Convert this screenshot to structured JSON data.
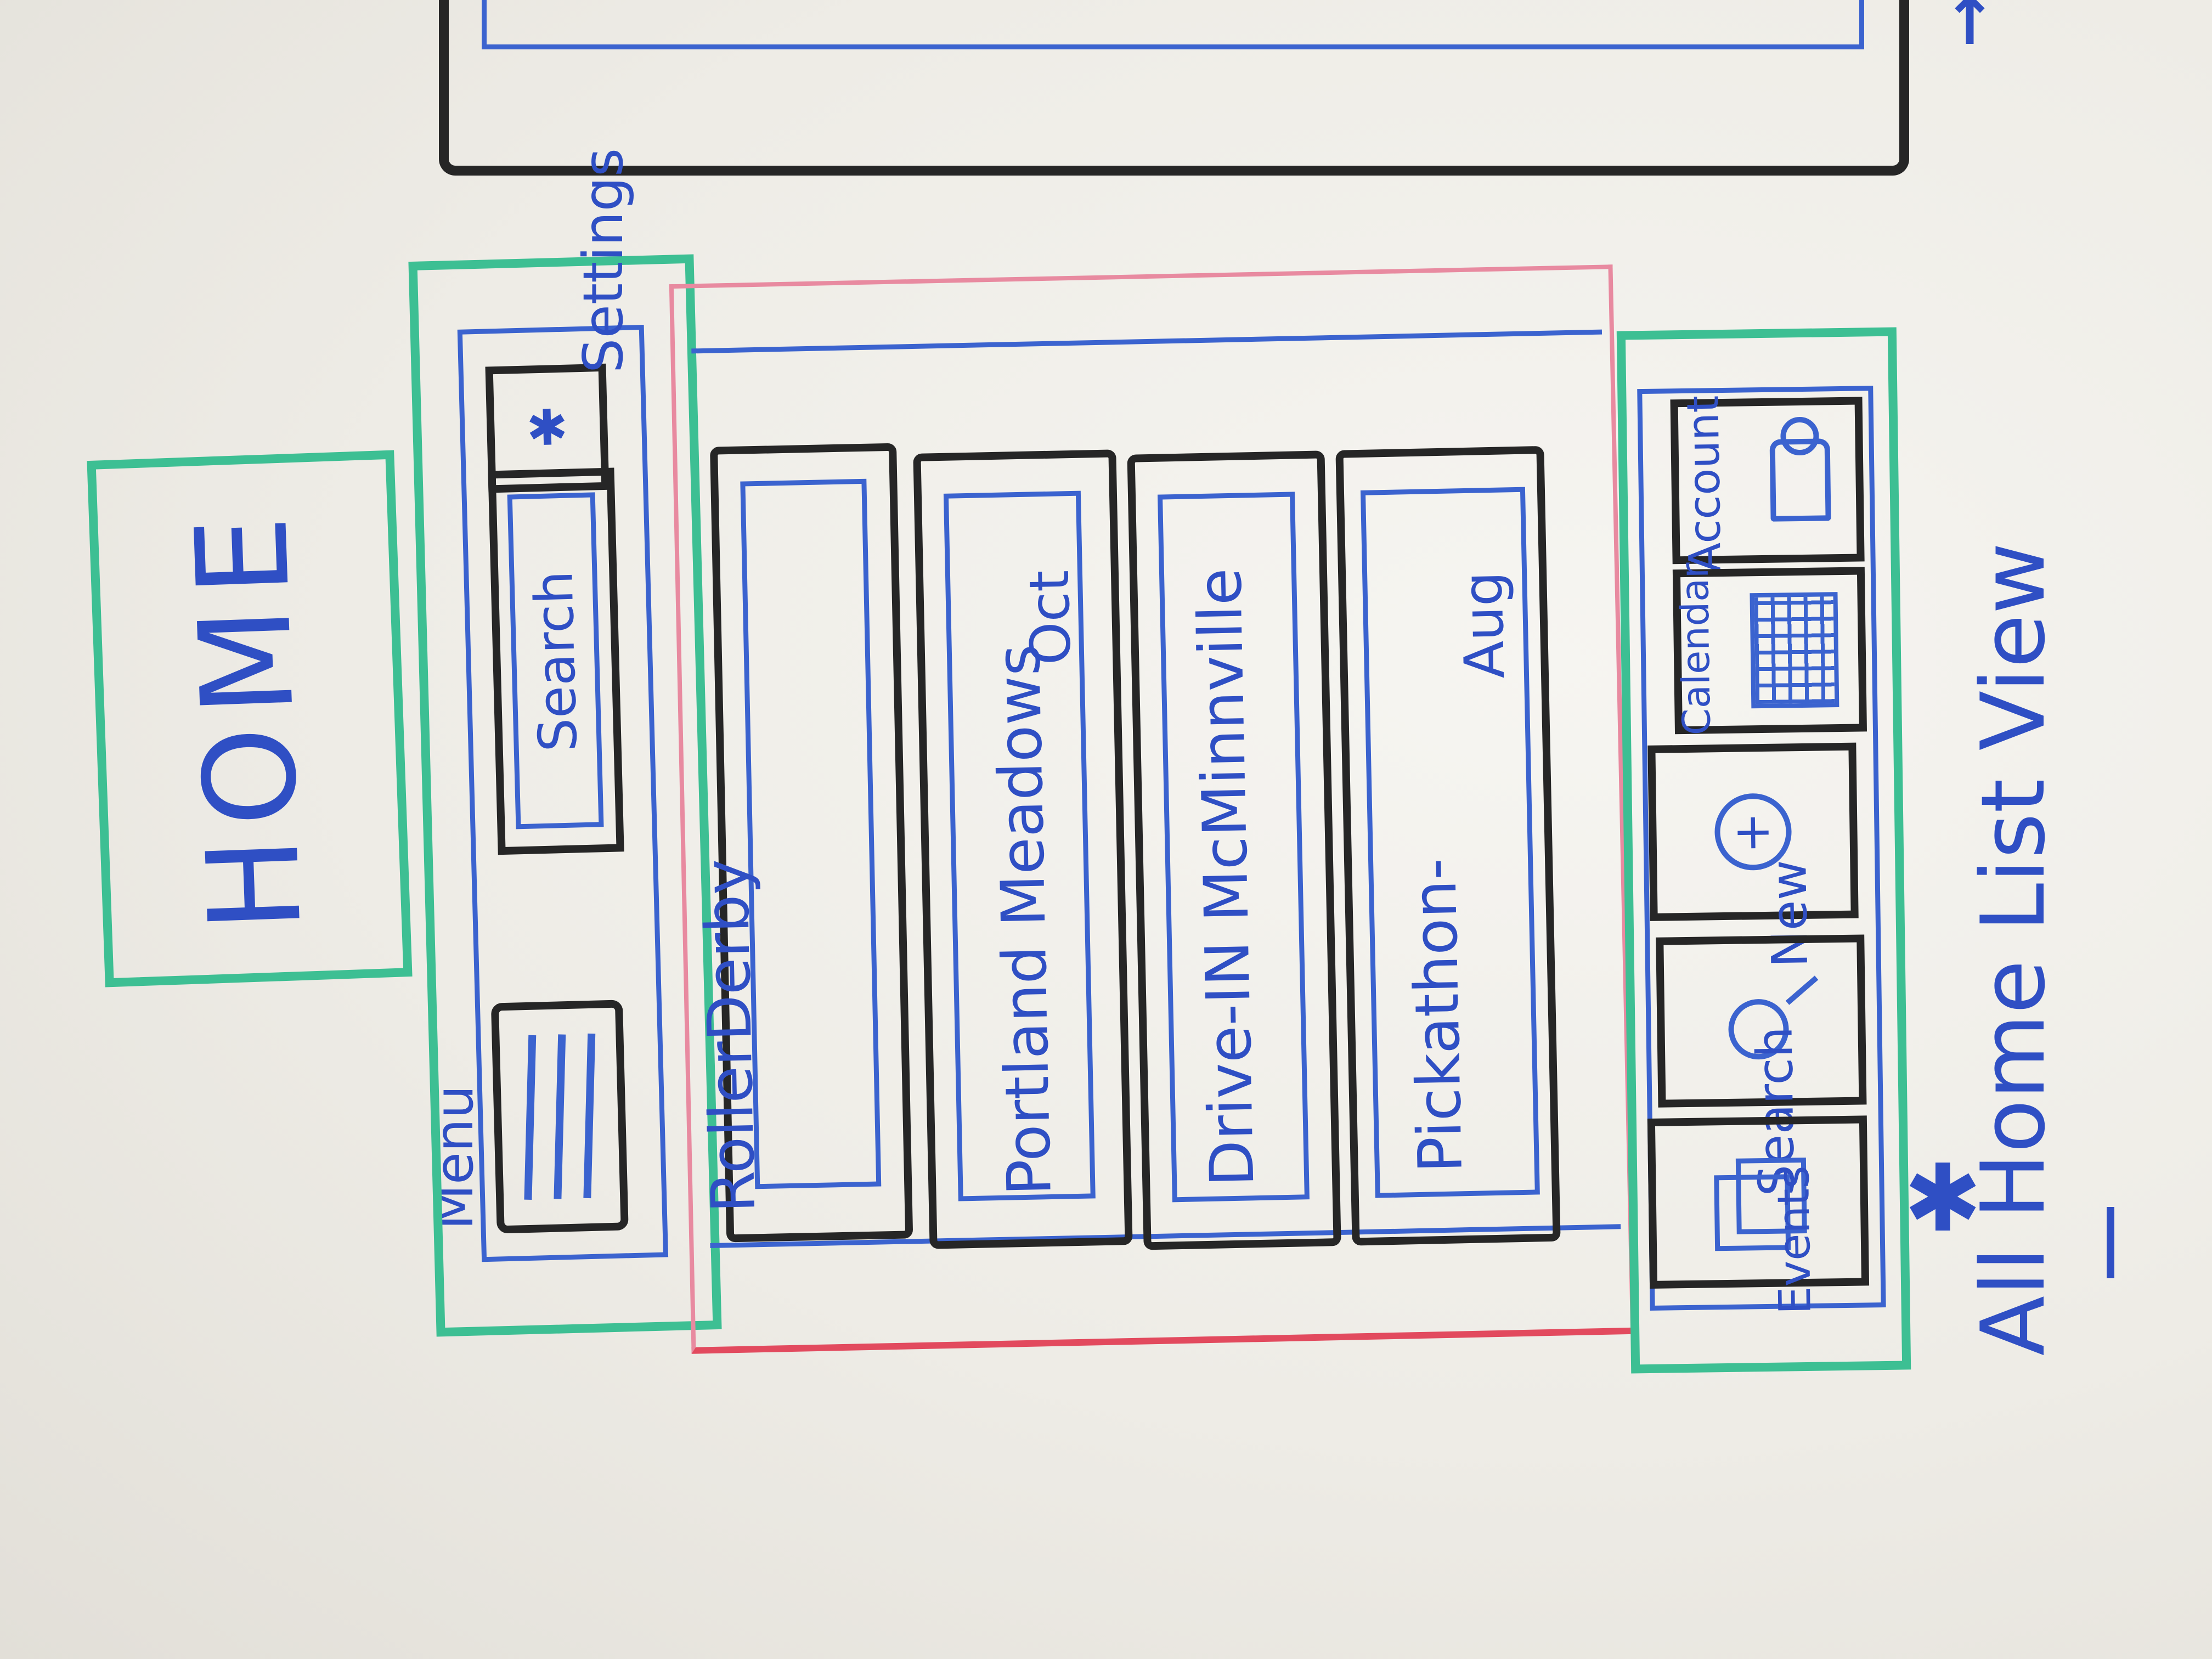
{
  "home_label": "HOME",
  "menu_label": "Menu",
  "top_bar": {
    "search_label": "Search",
    "settings_label": "Settings",
    "menu_icon": "hamburger-icon",
    "settings_icon": "gear-icon"
  },
  "events": [
    {
      "title": "RollerDerby",
      "date": ""
    },
    {
      "title": "Portland Meadows",
      "date": "Oct"
    },
    {
      "title": "Drive-IN McMinnville",
      "date": ""
    },
    {
      "title": "Pickathon-",
      "date": "Aug"
    }
  ],
  "bottom_nav": [
    {
      "label": "Events",
      "icon": "events-icon"
    },
    {
      "label": "Search",
      "icon": "search-icon"
    },
    {
      "label": "New",
      "icon": "plus-icon"
    },
    {
      "label": "Calendar",
      "icon": "calendar-icon"
    },
    {
      "label": "Account",
      "icon": "account-icon"
    }
  ],
  "caption": "All Home List View",
  "colors": {
    "marker_blue": "#2f4fc4",
    "marker_black": "#262626",
    "marker_green": "#3dbf93",
    "marker_pink": "#e88aa0"
  }
}
